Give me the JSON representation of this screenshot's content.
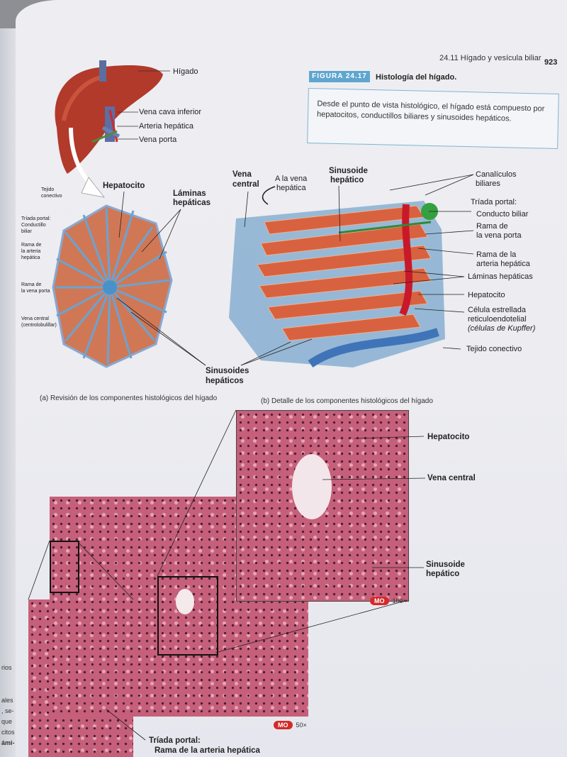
{
  "header": {
    "section": "24.11 Hígado y vesícula biliar",
    "page_number": "923"
  },
  "figure": {
    "badge": "FIGURA 24.17",
    "title": "Histología del hígado.",
    "description": "Desde el punto de vista histológico, el hígado está compuesto por hepatocitos, conductillos biliares y sinusoides hepáticos."
  },
  "panel_a": {
    "liver_labels": {
      "liver": "Hígado",
      "ivc": "Vena cava inferior",
      "hepatic_artery": "Arteria hepática",
      "portal_vein": "Vena porta"
    },
    "lobule_labels": {
      "hepatocyte": "Hepatocito",
      "plates_1": "Láminas",
      "plates_2": "hepáticas",
      "connective_1": "Tejido",
      "connective_2": "conectivo",
      "portal_1": "Tríada portal:",
      "portal_2": "Conductillo",
      "portal_3": "biliar",
      "branch_artery_1": "Rama de",
      "branch_artery_2": "la arteria",
      "branch_artery_3": "hepática",
      "branch_portal_1": "Rama de",
      "branch_portal_2": "la vena porta",
      "central_1": "Vena central",
      "central_2": "(centrolobulillar)"
    },
    "caption": "(a) Revisión de los componentes histológicos del hígado"
  },
  "panel_b": {
    "labels": {
      "central_vein_1": "Vena",
      "central_vein_2": "central",
      "to_hepatic_1": "A la vena",
      "to_hepatic_2": "hepática",
      "sinusoid_1": "Sinusoide",
      "sinusoid_2": "hepático",
      "canaliculi_1": "Canalículos",
      "canaliculi_2": "biliares",
      "portal_triad": "Tríada portal:",
      "bile_duct": "Conducto biliar",
      "branch_portal_1": "Rama de",
      "branch_portal_2": "la vena porta",
      "branch_artery_1": "Rama de la",
      "branch_artery_2": "arteria hepática",
      "plates": "Láminas hepáticas",
      "hepatocyte": "Hepatocito",
      "stellate_1": "Célula estrellada",
      "stellate_2": "reticuloendotelial",
      "stellate_3": "(células de Kupffer)",
      "connective": "Tejido conectivo"
    },
    "sinusoids_1": "Sinusoides",
    "sinusoids_2": "hepáticos",
    "caption": "(b) Detalle de los componentes histológicos del hígado"
  },
  "micrograph_large": {
    "labels": {
      "hepatocyte": "Hepatocito",
      "central_vein": "Vena central",
      "sinusoid_1": "Sinusoide",
      "sinusoid_2": "hepático"
    },
    "badge": "MO",
    "magnification": "100×"
  },
  "micrograph_small": {
    "badge": "MO",
    "magnification": "50×",
    "portal_triad_1": "Tríada portal:",
    "portal_triad_2": "Rama de la arteria hepática"
  },
  "left_page_fragments": [
    "rios",
    "ales",
    ", se-",
    "que",
    "citos",
    "ámi-"
  ]
}
